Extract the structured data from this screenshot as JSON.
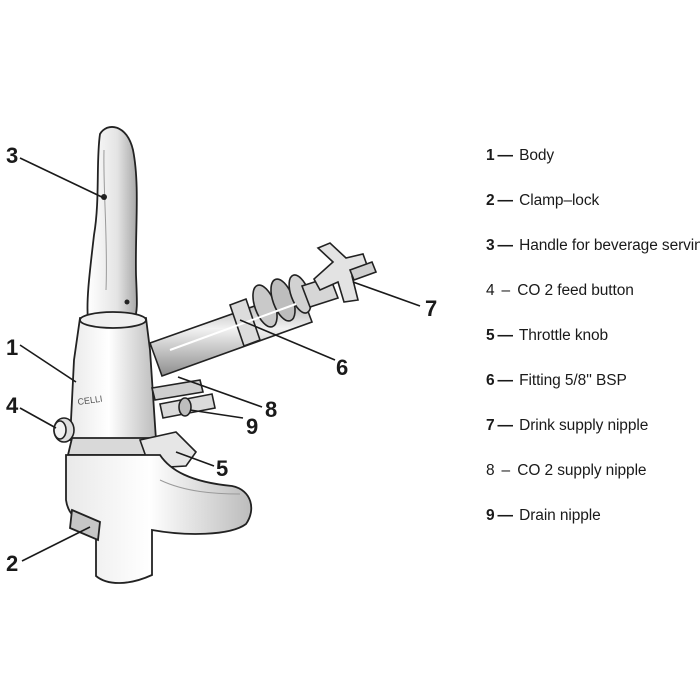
{
  "diagram": {
    "callouts": [
      "1",
      "2",
      "3",
      "4",
      "5",
      "6",
      "7",
      "8",
      "9"
    ],
    "logo_text": "CELLI"
  },
  "legend": {
    "items": [
      {
        "number": "1",
        "dash": "—",
        "label": "Body",
        "bold_number": true
      },
      {
        "number": "2",
        "dash": "—",
        "label": "Clamp–lock",
        "bold_number": true
      },
      {
        "number": "3",
        "dash": "—",
        "label": "Handle for beverage serving",
        "bold_number": true
      },
      {
        "number": "4",
        "dash": "–",
        "label": "CO 2 feed button",
        "bold_number": false
      },
      {
        "number": "5",
        "dash": "—",
        "label": "Throttle knob",
        "bold_number": true
      },
      {
        "number": "6",
        "dash": "—",
        "label": "Fitting 5/8'' BSP",
        "bold_number": true
      },
      {
        "number": "7",
        "dash": "—",
        "label": "Drink supply nipple",
        "bold_number": true
      },
      {
        "number": "8",
        "dash": "–",
        "label": "CO 2 supply nipple",
        "bold_number": false
      },
      {
        "number": "9",
        "dash": "—",
        "label": "Drain nipple",
        "bold_number": true
      }
    ]
  }
}
